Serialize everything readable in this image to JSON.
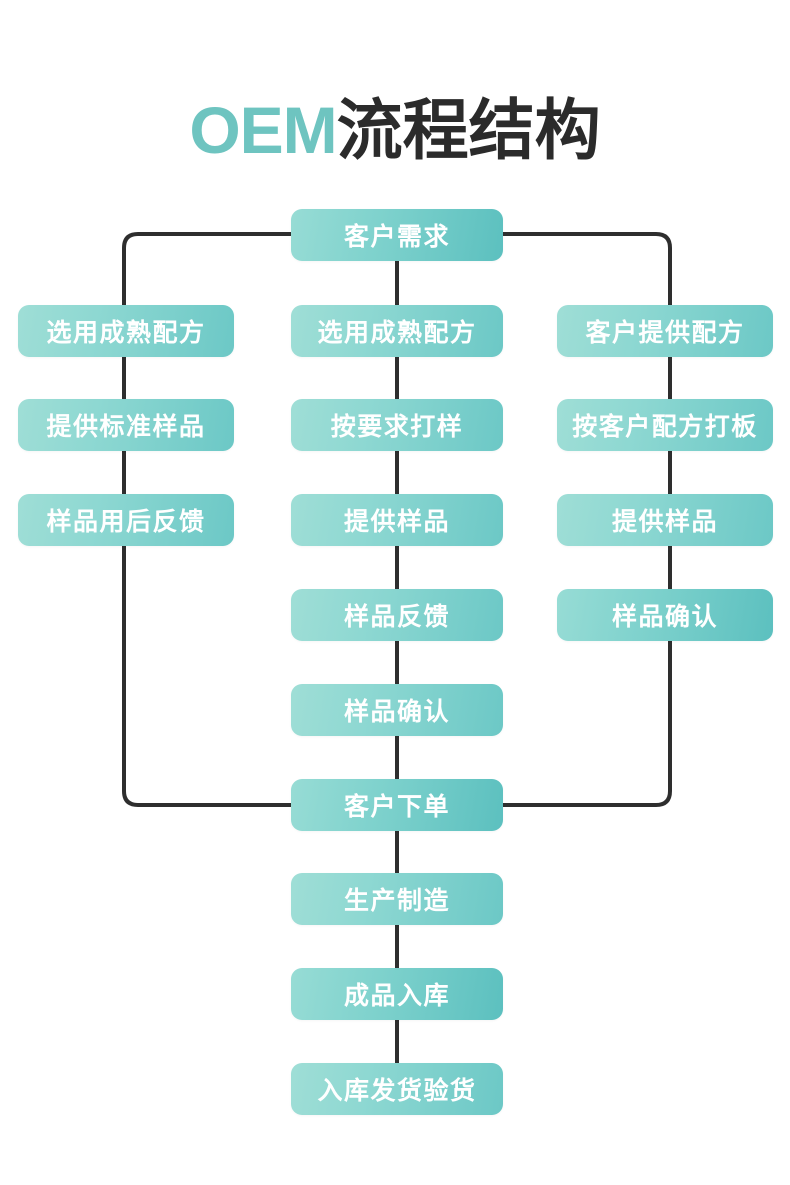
{
  "title": {
    "latin": "OEM",
    "chinese": "流程结构",
    "accent_color": "#6ec4c0",
    "text_color": "#2b2b2b"
  },
  "theme": {
    "node_gradient_start": "#9fded6",
    "node_gradient_end": "#6cc8c6",
    "node_text_color": "#ffffff",
    "connector_color": "#2e2e2e",
    "background": "#ffffff"
  },
  "flow": {
    "start": {
      "label": "客户需求"
    },
    "columns": {
      "left": {
        "name": "mature-formula-branch",
        "steps": [
          {
            "label": "选用成熟配方"
          },
          {
            "label": "提供标准样品"
          },
          {
            "label": "样品用后反馈"
          }
        ]
      },
      "middle": {
        "name": "custom-sampling-branch",
        "steps": [
          {
            "label": "选用成熟配方"
          },
          {
            "label": "按要求打样"
          },
          {
            "label": "提供样品"
          },
          {
            "label": "样品反馈"
          },
          {
            "label": "样品确认"
          }
        ]
      },
      "right": {
        "name": "customer-formula-branch",
        "steps": [
          {
            "label": "客户提供配方"
          },
          {
            "label": "按客户配方打板"
          },
          {
            "label": "提供样品"
          },
          {
            "label": "样品确认"
          }
        ]
      }
    },
    "merge": {
      "label": "客户下单"
    },
    "tail": [
      {
        "label": "生产制造"
      },
      {
        "label": "成品入库"
      },
      {
        "label": "入库发货验货"
      }
    ]
  }
}
